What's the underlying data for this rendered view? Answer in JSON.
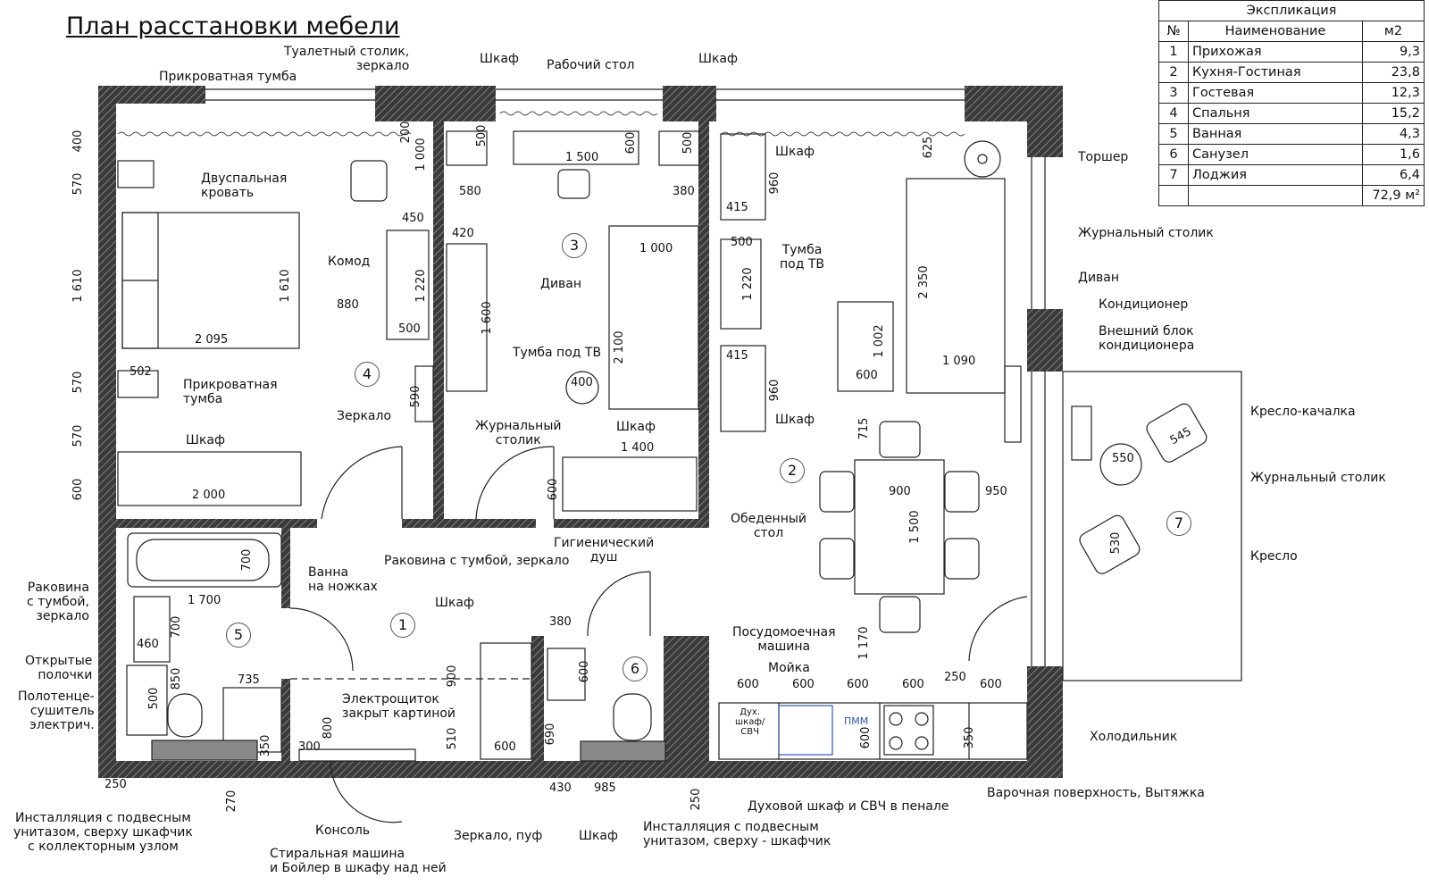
{
  "title": "План расстановки мебели",
  "explication": {
    "caption": "Экспликация",
    "headers": [
      "№",
      "Наименование",
      "м2"
    ],
    "rows": [
      [
        "1",
        "Прихожая",
        "9,3"
      ],
      [
        "2",
        "Кухня-Гостиная",
        "23,8"
      ],
      [
        "3",
        "Гостевая",
        "12,3"
      ],
      [
        "4",
        "Спальня",
        "15,2"
      ],
      [
        "5",
        "Ванная",
        "4,3"
      ],
      [
        "6",
        "Санузел",
        "1,6"
      ],
      [
        "7",
        "Лоджия",
        "6,4"
      ]
    ],
    "total": "72,9 м²"
  },
  "room_numbers": [
    "1",
    "2",
    "3",
    "4",
    "5",
    "6",
    "7"
  ],
  "labels": {
    "bedside_top": "Прикроватная тумба",
    "toilet_table": "Туалетный столик,\nзеркало",
    "wardrobe_top1": "Шкаф",
    "desk": "Рабочий стол",
    "wardrobe_top2": "Шкаф",
    "double_bed": "Двуспальная\nкровать",
    "dresser": "Комод",
    "bedside_bottom": "Прикроватная\nтумба",
    "mirror": "Зеркало",
    "wardrobe_bed": "Шкаф",
    "sofa_guest": "Диван",
    "tv_stand_guest": "Тумба под ТВ",
    "coffee_guest": "Журнальный\nстолик",
    "wardrobe_guest": "Шкаф",
    "wardrobe_liv1": "Шкаф",
    "tv_stand_liv": "Тумба\nпод ТВ",
    "wardrobe_liv2": "Шкаф",
    "floor_lamp": "Торшер",
    "coffee_liv": "Журнальный столик",
    "sofa_liv": "Диван",
    "ac": "Кондиционер",
    "ac_ext": "Внешний блок\nкондиционера",
    "rocking_chair": "Кресло-качалка",
    "coffee_loggia": "Журнальный столик",
    "armchair": "Кресло",
    "dining_table": "Обеденный\nстол",
    "hygienic_shower": "Гигиенический\nдуш",
    "sink_cabinet": "Раковина с тумбой, зеркало",
    "bathtub": "Ванна\nна ножках",
    "sink_bath": "Раковина\nс тумбой,\nзеркало",
    "open_shelves": "Открытые\nполочки",
    "towel": "Полотенце-\nсушитель\nэлектрич.",
    "wardrobe_hall": "Шкаф",
    "panel": "Электрощиток\nзакрыт картиной",
    "dishwasher": "Посудомоечная\nмашина",
    "sink_kitchen": "Мойка",
    "fridge": "Холодильник",
    "hob": "Варочная поверхность, Вытяжка",
    "oven": "Духовой шкаф и СВЧ в пенале",
    "oven_short": "Дух.\nшкаф/\nСВЧ",
    "pmm": "ПММ",
    "toilet_install_left": "Инсталляция с подвесным\nунитазом, сверху шкафчик\nс коллекторным узлом",
    "washer": "Стиральная машина\nи Бойлер в шкафу над ней",
    "console": "Консоль",
    "mirror_pouf": "Зеркало, пуф",
    "wardrobe_wc": "Шкаф",
    "toilet_install_right": "Инсталляция с подвесным\nунитазом, сверху - шкафчик"
  },
  "dimensions": {
    "d400": "400",
    "d570a": "570",
    "d1610a": "1 610",
    "d570b": "570",
    "d570c": "570",
    "d600a": "600",
    "d200": "200",
    "d1000": "1 000",
    "d450": "450",
    "d1220a": "1 220",
    "d500a": "500",
    "d880": "880",
    "d1610b": "1 610",
    "d2095": "2 095",
    "d502": "502",
    "d590": "590",
    "d2000": "2 000",
    "d500b": "500",
    "d580": "580",
    "d420": "420",
    "d1600": "1 600",
    "d1500": "1 500",
    "d600b": "600",
    "d500c": "500",
    "d380a": "380",
    "d1000b": "1 000",
    "d2100": "2 100",
    "d400b": "400",
    "d1400": "1 400",
    "d600c": "600",
    "d415a": "415",
    "d500d": "500",
    "d1220b": "1 220",
    "d415b": "415",
    "d960a": "960",
    "d960b": "960",
    "d625": "625",
    "d2350": "2 350",
    "d1002": "1 002",
    "d600d": "600",
    "d1090": "1 090",
    "d715": "715",
    "d900": "900",
    "d950": "950",
    "d1500b": "1 500",
    "d545": "545",
    "d550": "550",
    "d530": "530",
    "d700a": "700",
    "d1700": "1 700",
    "d700b": "700",
    "d460": "460",
    "d850": "850",
    "d735": "735",
    "d500e": "500",
    "d800": "800",
    "d350a": "350",
    "d300": "300",
    "d250a": "250",
    "d270": "270",
    "d900b": "900",
    "d510": "510",
    "d600e": "600",
    "d380b": "380",
    "d600f": "600",
    "d690": "690",
    "d430": "430",
    "d985": "985",
    "d250b": "250",
    "d1170": "1 170",
    "k600a": "600",
    "k600b": "600",
    "k600c": "600",
    "k600d": "600",
    "k250": "250",
    "k600e": "600",
    "k600f": "600",
    "k350": "350"
  }
}
